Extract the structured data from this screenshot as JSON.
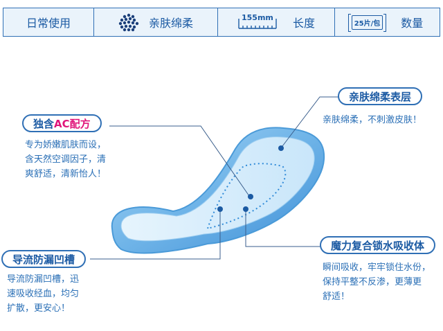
{
  "spec_bar": {
    "usage": "日常使用",
    "material": "亲肤绵柔",
    "length_value": "155mm",
    "length_label": "长度",
    "pack_value": "25片/包",
    "count_label": "数量"
  },
  "callouts": {
    "ac_formula": {
      "title_prefix": "独含",
      "title_highlight": "AC配方",
      "desc_lines": [
        "专为娇嫩肌肤而设，",
        "含天然空调因子，清",
        "爽舒适，清新怡人！"
      ]
    },
    "surface": {
      "title": "亲肤绵柔表层",
      "desc_lines": [
        "亲肤绵柔，不刺激皮肤！"
      ]
    },
    "groove": {
      "title": "导流防漏凹槽",
      "desc_lines": [
        "导流防漏凹槽，迅",
        "速吸收经血，均匀",
        "扩散，更安心！"
      ]
    },
    "core": {
      "title": "魔力复合锁水吸收体",
      "desc_lines": [
        "瞬间吸收，牢牢锁住水份，",
        "保持平整不反渗，更薄更",
        "舒适！"
      ]
    }
  },
  "colors": {
    "accent": "#2f6fb5",
    "highlight": "#e0157a",
    "pad": "#6fb4e8"
  },
  "icons": [
    "dots-icon",
    "ruler-icon",
    "pack-icon"
  ]
}
